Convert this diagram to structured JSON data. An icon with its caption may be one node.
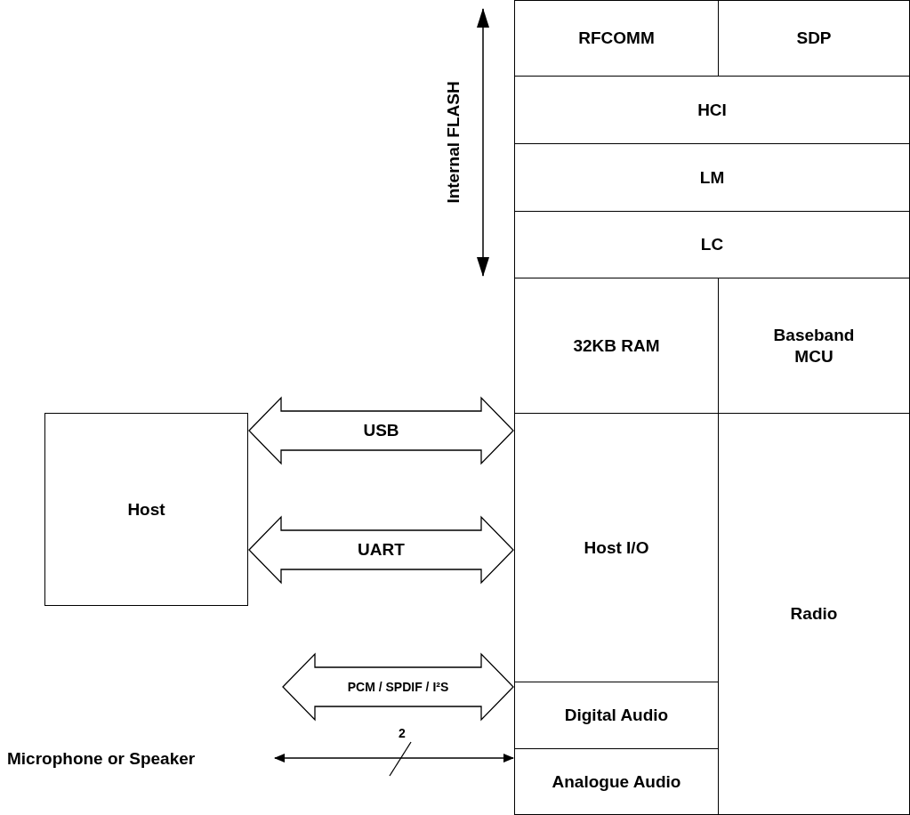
{
  "diagram": {
    "nodes": [
      {
        "text": [
          "RFCOMM"
        ]
      },
      {
        "text": [
          "SDP"
        ]
      },
      {
        "text": [
          "HCI"
        ]
      },
      {
        "text": [
          "LM"
        ]
      },
      {
        "text": [
          "LC"
        ]
      },
      {
        "text": [
          "32KB RAM"
        ]
      },
      {
        "text": [
          "Baseband MCU"
        ]
      },
      {
        "text": [
          "Host I/O"
        ]
      },
      {
        "text": [
          "Radio"
        ]
      },
      {
        "text": [
          "Digital Audio"
        ]
      },
      {
        "text": [
          "Analogue Audio"
        ]
      },
      {
        "text": [
          "Host"
        ]
      },
      {
        "text": [
          "Microphone or Speaker"
        ]
      }
    ],
    "edges": [
      {
        "from": 11,
        "to": 7,
        "arrow": "both",
        "label": "USB"
      },
      {
        "from": 11,
        "to": 7,
        "arrow": "both",
        "label": "UART"
      },
      {
        "from": null,
        "to": 9,
        "arrow": "both",
        "label": "PCM / SPDIF / I²S"
      },
      {
        "from": 12,
        "to": 10,
        "arrow": "both",
        "label": "2"
      }
    ],
    "labels": [
      "Internal FLASH"
    ]
  }
}
